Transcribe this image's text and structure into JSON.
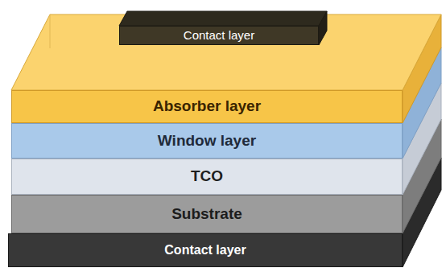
{
  "diagram": {
    "nodes": [
      {
        "text": [
          "Contact layer"
        ]
      },
      {
        "text": [
          "Absorber layer"
        ]
      },
      {
        "text": [
          "Window layer"
        ]
      },
      {
        "text": [
          "TCO"
        ]
      },
      {
        "text": [
          "Substrate"
        ]
      },
      {
        "text": [
          "Contact layer"
        ]
      }
    ]
  }
}
